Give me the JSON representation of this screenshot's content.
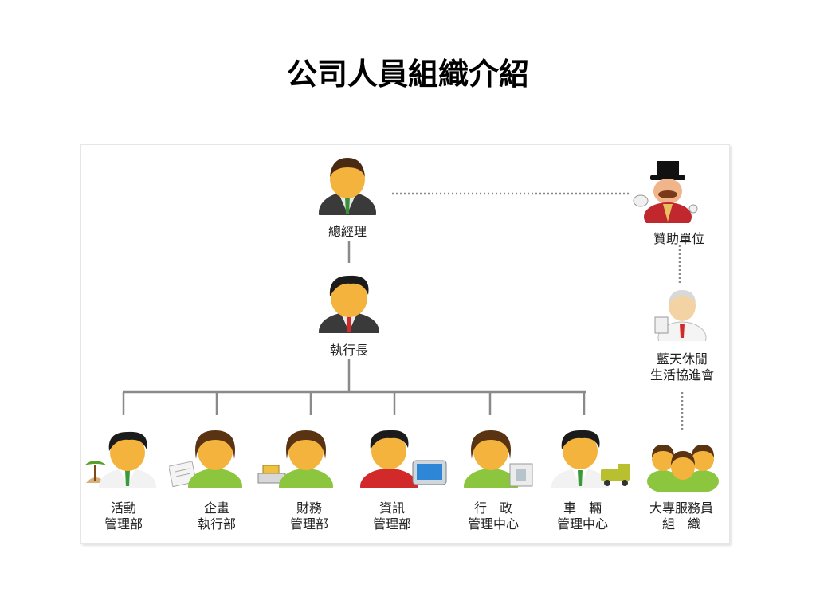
{
  "slide": {
    "title": "公司人員組織介紹"
  },
  "org": {
    "gm": {
      "label": "總經理"
    },
    "sponsor": {
      "label": "贊助單位"
    },
    "ceo": {
      "label": "執行長"
    },
    "association": {
      "line1": "藍天休閒",
      "line2": "生活協進會"
    },
    "volunteers": {
      "line1": "大專服務員",
      "line2": "組　織"
    },
    "departments": [
      {
        "line1": "活動",
        "line2": "管理部"
      },
      {
        "line1": "企畫",
        "line2": "執行部"
      },
      {
        "line1": "財務",
        "line2": "管理部"
      },
      {
        "line1": "資訊",
        "line2": "管理部"
      },
      {
        "line1": "行　政",
        "line2": "管理中心"
      },
      {
        "line1": "車　輛",
        "line2": "管理中心"
      }
    ]
  },
  "colors": {
    "connector": "#8a8a8a",
    "skin": "#f3b33d",
    "hair": "#1b1b1b",
    "suit": "#3a3a3a",
    "shirt_green": "#8cc63f",
    "shirt_red": "#d22a2a"
  }
}
